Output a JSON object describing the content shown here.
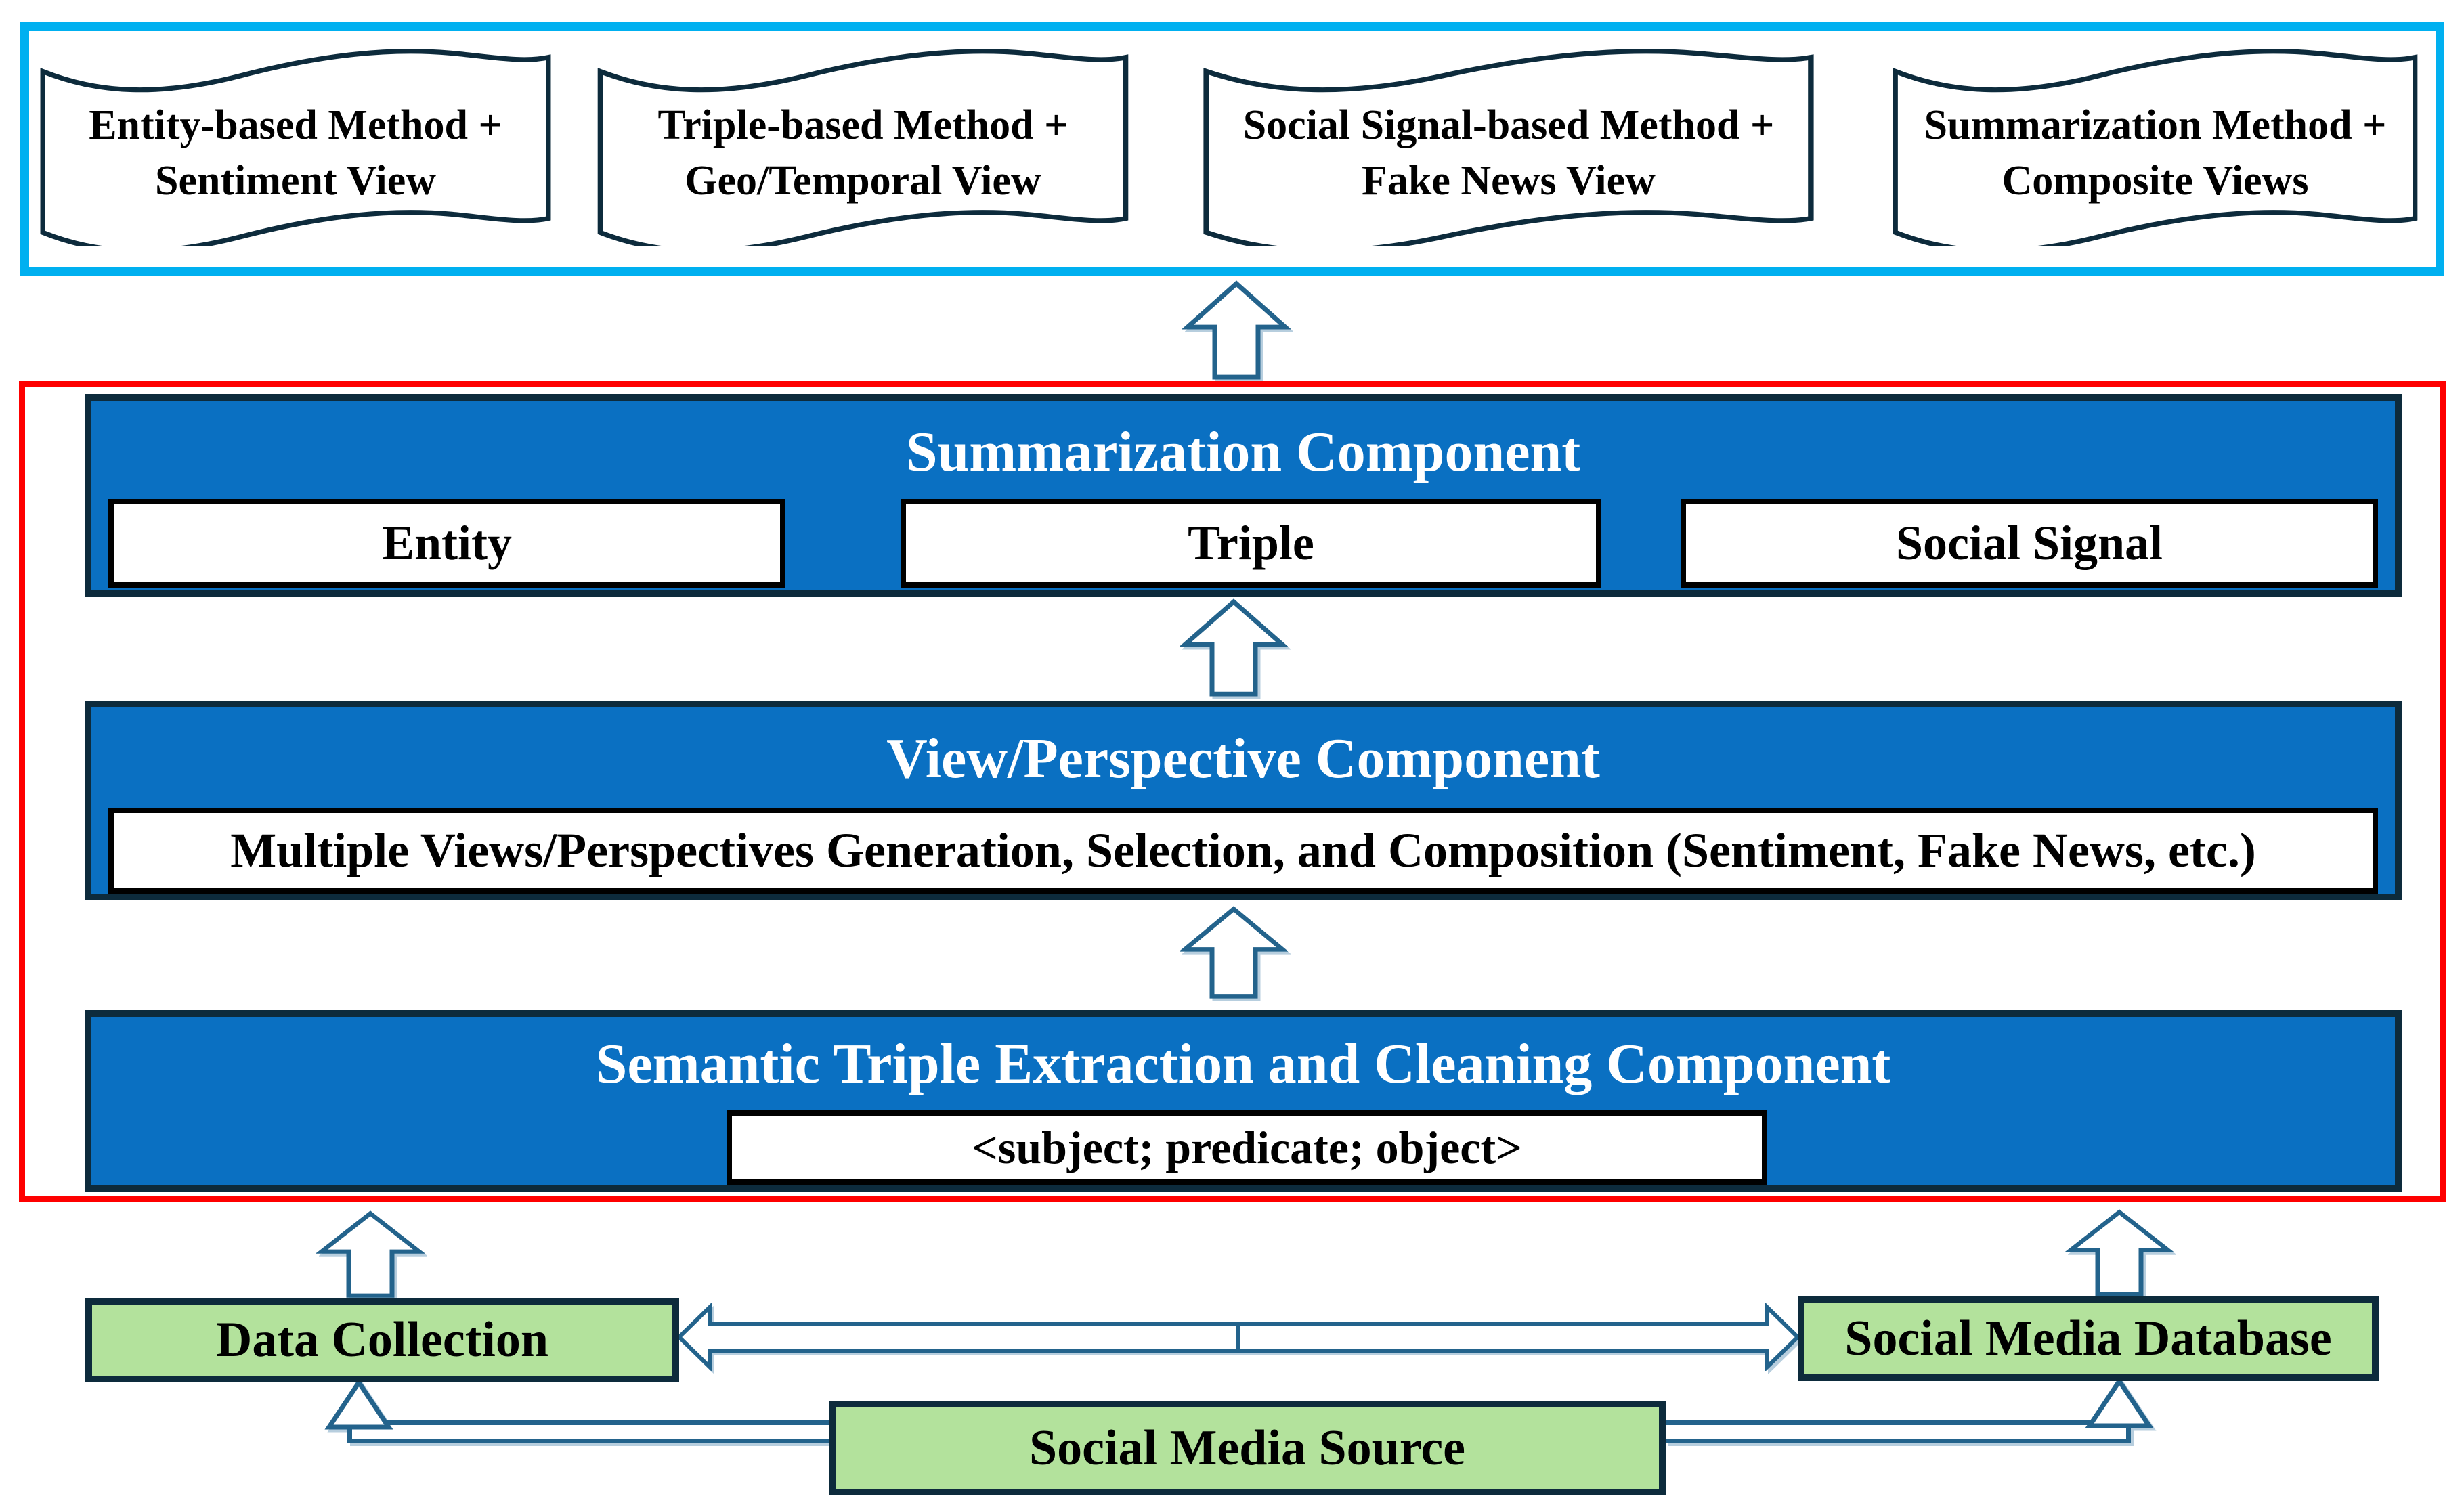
{
  "banner": {
    "flags": [
      {
        "line1": "Entity-based Method +",
        "line2": "Sentiment View"
      },
      {
        "line1": "Triple-based Method +",
        "line2": "Geo/Temporal View"
      },
      {
        "line1": "Social Signal-based Method +",
        "line2": "Fake News View"
      },
      {
        "line1": "Summarization Method +",
        "line2": "Composite Views"
      }
    ]
  },
  "components": [
    {
      "title": "Summarization Component",
      "boxes": [
        {
          "label": "Entity"
        },
        {
          "label": "Triple"
        },
        {
          "label": "Social Signal"
        }
      ]
    },
    {
      "title": "View/Perspective Component",
      "box_label": "Multiple Views/Perspectives Generation, Selection, and Composition (Sentiment, Fake News, etc.)"
    },
    {
      "title": "Semantic Triple Extraction and Cleaning Component",
      "box_label": "<subject; predicate; object>"
    }
  ],
  "bottom": {
    "data_collection": "Data Collection",
    "social_media_database": "Social Media Database",
    "social_media_source": "Social Media Source"
  },
  "icons": {
    "up_arrow": "hollow block arrow pointing up",
    "double_arrow": "hollow double-headed horizontal block arrow",
    "elbow_arrow": "hollow elbow connector with up arrowhead",
    "wave_shape": "wave/flag document shape"
  },
  "colors": {
    "cyan_border": "#00B0F0",
    "red_border": "#FE0000",
    "component_blue": "#0A70C2",
    "dark_navy_border": "#0D2B3C",
    "arrow_outline": "#23638C",
    "green_fill": "#B3E29C",
    "white": "#FFFFFF",
    "black": "#000000"
  }
}
